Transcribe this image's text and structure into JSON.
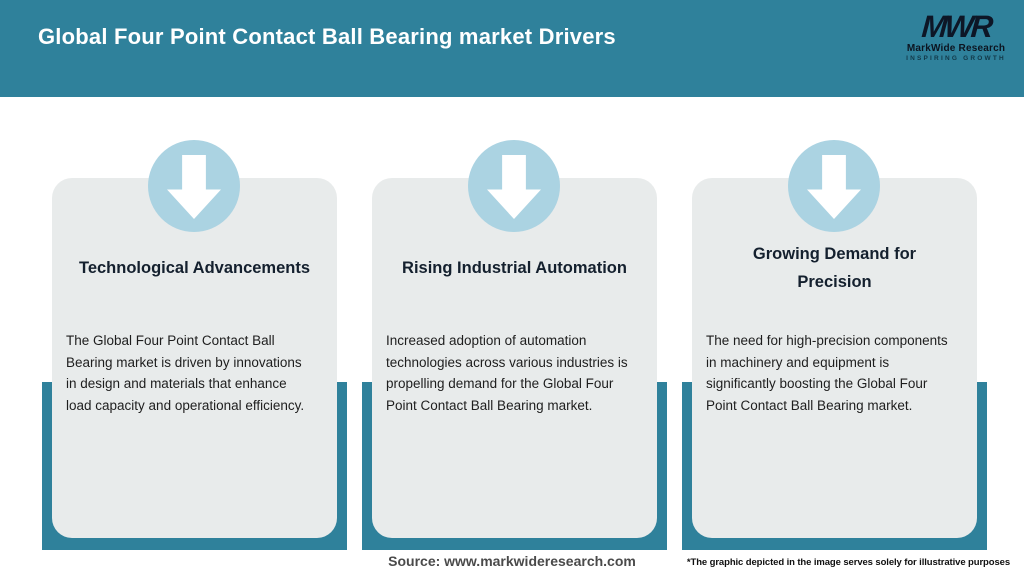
{
  "header": {
    "title": "Global Four Point Contact Ball Bearing market Drivers",
    "logo": {
      "monogram": "MWR",
      "name": "MarkWide Research",
      "tagline": "INSPIRING GROWTH"
    }
  },
  "cards": [
    {
      "title": "Technological Advancements",
      "body": "The Global Four Point Contact Ball\nBearing market is driven by innovations\nin design and materials that enhance\nload capacity and operational efficiency."
    },
    {
      "title": "Rising Industrial Automation",
      "body": "Increased adoption of automation\ntechnologies across various industries is\npropelling demand for the Global Four\nPoint Contact Ball Bearing market."
    },
    {
      "title": "Growing Demand for\nPrecision",
      "body": "The need for high-precision components\nin machinery and equipment is\nsignificantly boosting the Global Four\nPoint Contact Ball Bearing market."
    }
  ],
  "footer": {
    "source": "Source: www.markwideresearch.com",
    "disclaimer": "*The graphic depicted in the image serves solely for illustrative purposes"
  },
  "colors": {
    "teal": "#2F819B",
    "circle_blue": "#ABD3E2",
    "card_gray": "#E8EBEB",
    "title_dark": "#14202E",
    "body_dark": "#1E1E1E",
    "source_gray": "#4A4A4A",
    "logo_dark": "#0D1626"
  },
  "icons": {
    "arrow_down": "arrow-down-icon"
  }
}
